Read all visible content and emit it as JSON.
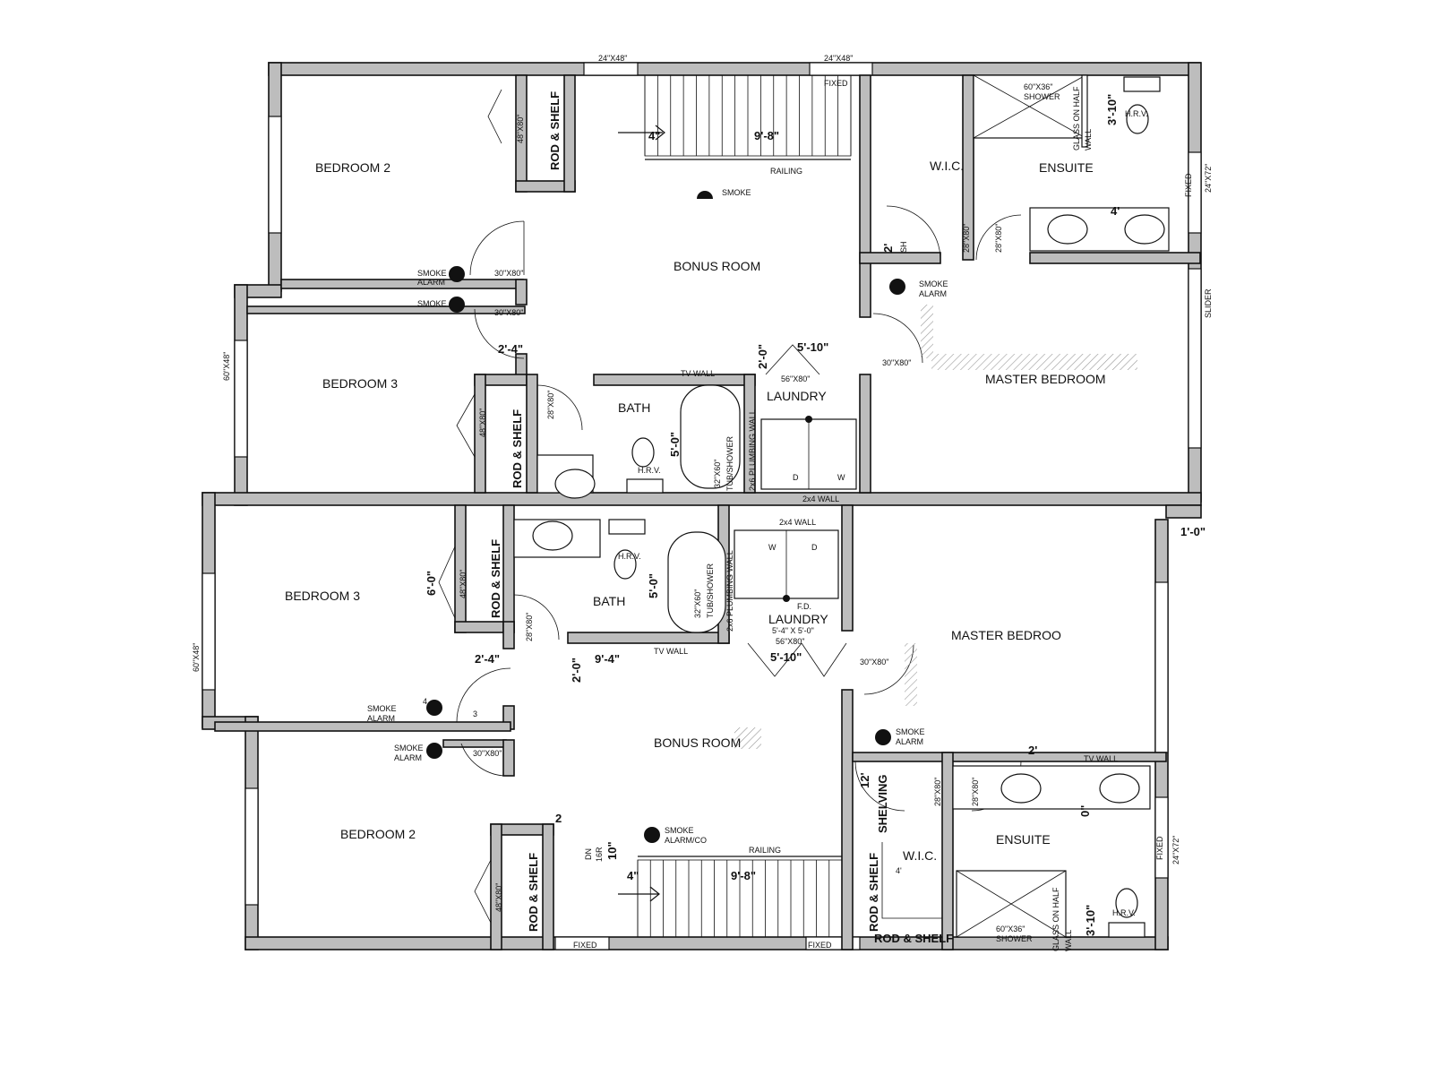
{
  "labels": {
    "upper": {
      "top_window_left": "24\"X48\"",
      "top_window_right": "24\"X48\"",
      "fixed_top": "FIXED",
      "bedroom2": "BEDROOM 2",
      "rod_shelf_1": "ROD & SHELF",
      "closet_door_1": "48\"X80\"",
      "stair_dim_4": "4\"",
      "stair_dim_98": "9'-8\"",
      "railing": "RAILING",
      "smoke": "SMOKE",
      "smoke_alarm_text1": "SMOKE",
      "smoke_alarm_text2": "ALARM",
      "door_30x80_a": "30\"X80\"",
      "smoke2_text": "SMOKE",
      "door_30x80_b": "30\"X80\"",
      "bonus_room": "BONUS ROOM",
      "bedroom3": "BEDROOM 3",
      "window_60x48": "60\"X48\"",
      "dim_2_4": "2'-4\"",
      "rod_shelf_2": "ROD & SHELF",
      "closet_door_2": "48\"X80\"",
      "bath_door": "28\"X80\"",
      "tv_wall": "TV WALL",
      "bath": "BATH",
      "dim_5_0": "5'-0\"",
      "hrv": "H.R.V.",
      "tub1": "32\"X60\"",
      "tub2": "TUB/SHOWER",
      "plumbing_wall": "2x6 PLUMBING WALL",
      "dim_2_0": "2'-0\"",
      "dim_5_10": "5'-10\"",
      "laundry_door": "56\"X80\"",
      "laundry": "LAUNDRY",
      "dryer": "D",
      "washer": "W",
      "wall_2x4": "2x4 WALL",
      "door_30x80_c": "30\"X80\"",
      "master_bedroom": "MASTER BEDROOM",
      "wic": "W.I.C.",
      "dim_2_sh": "2'",
      "sh": "SH",
      "wic_door": "28\"X80\"",
      "ens_door": "28\"X80\"",
      "shower1": "60\"X36\"",
      "shower2": "SHOWER",
      "glass1": "GLASS ON HALF",
      "glass2": "WALL",
      "dim_3_10": "3'-10\"",
      "hrv2": "H.R.V.",
      "ensuite": "ENSUITE",
      "dim_4": "4'",
      "fixed_side": "FIXED",
      "window_24x72": "24\"X72\"",
      "slider": "SLIDER",
      "smoke_alarm_m1": "SMOKE",
      "smoke_alarm_m2": "ALARM"
    },
    "lower": {
      "bedroom3": "BEDROOM 3",
      "dim_6_0": "6'-0\"",
      "closet_door": "48\"X80\"",
      "rod_shelf": "ROD & SHELF",
      "bath_door": "28\"X80\"",
      "bath": "BATH",
      "dim_5_0": "5'-0\"",
      "hrv": "H.R.V.",
      "tub1": "32\"X60\"",
      "tub2": "TUB/SHOWER",
      "plumbing_wall": "2x6 PLUMBING WALL",
      "wall_2x4": "2x4 WALL",
      "washer": "W",
      "dryer": "D",
      "fd": "F.D.",
      "laundry": "LAUNDRY",
      "laundry_size": "5'-4\" X 5'-0\"",
      "laundry_door": "56\"X80\"",
      "dim_5_10": "5'-10\"",
      "dim_1_0": "1'-0\"",
      "master_bedroom": "MASTER BEDROO",
      "door_30x80_c": "30\"X80\"",
      "dim_2_4": "2'-4\"",
      "dim_2_0": "2'-0\"",
      "dim_9_4": "9'-4\"",
      "tv_wall": "TV WALL",
      "window_60x48": "60\"X48\"",
      "smoke_alarm1": "SMOKE",
      "smoke_alarm2": "ALARM",
      "num_4": "4",
      "num_3": "3",
      "door_30x80_a": "30\"X80\"",
      "bonus_room": "BONUS ROOM",
      "smoke_m1": "SMOKE",
      "smoke_m2": "ALARM",
      "tv_wall_m": "TV WALL",
      "dim_2_m": "2'",
      "dim_12": "12'",
      "shelving": "SHELVING",
      "wic_door": "28\"X80\"",
      "ens_door": "28\"X80\"",
      "dim_0": "0\"",
      "bedroom2": "BEDROOM 2",
      "num_2": "2",
      "dn": "DN",
      "r16": "16R",
      "dim_10": "10\"",
      "smoke_co1": "SMOKE",
      "smoke_co2": "ALARM/CO",
      "railing": "RAILING",
      "dim_4": "4\"",
      "dim_9_8": "9'-8\"",
      "rod_shelf_2": "ROD & SHELF",
      "closet_door_2": "48\"X80\"",
      "fixed_left": "FIXED",
      "fixed_right": "FIXED",
      "wic": "W.I.C.",
      "dim_4_wic": "4'",
      "rod_shelf_v": "ROD & SHELF",
      "rod_shelf_h": "ROD & SHELF",
      "ensuite": "ENSUITE",
      "fixed_side": "FIXED",
      "window_24x72": "24\"X72\"",
      "shower1": "60\"X36\"",
      "shower2": "SHOWER",
      "glass1": "GLASS ON HALF",
      "glass2": "WALL",
      "dim_3_10": "3'-10\"",
      "hrv2": "H.R.V."
    }
  }
}
